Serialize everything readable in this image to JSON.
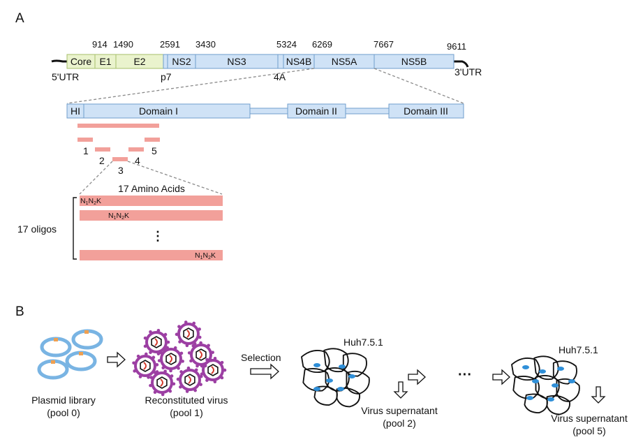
{
  "panels": {
    "a": "A",
    "b": "B"
  },
  "genome": {
    "positions": [
      "914",
      "1490",
      "2591",
      "3430",
      "5324",
      "6269",
      "7667",
      "9611"
    ],
    "segments": [
      "Core",
      "E1",
      "E2",
      "NS2",
      "NS3",
      "NS4B",
      "NS5A",
      "NS5B"
    ],
    "utr5": "5'UTR",
    "utr3": "3'UTR",
    "p7": "p7",
    "ns4a": "4A"
  },
  "ns5a": {
    "hi": "HI",
    "domain1": "Domain I",
    "domain2": "Domain II",
    "domain3": "Domain III"
  },
  "fragments": [
    "1",
    "2",
    "3",
    "4",
    "5"
  ],
  "oligos": {
    "header": "17 Amino Acids",
    "group_label": "17 oligos",
    "ellipsis": "⋮",
    "motif": {
      "n": "N",
      "sub1": "1",
      "sub2": "2",
      "k": "K"
    }
  },
  "workflow": {
    "plasmid_label": "Plasmid library",
    "plasmid_pool": "(pool 0)",
    "virus_label": "Reconstituted virus",
    "virus_pool": "(pool 1)",
    "selection": "Selection",
    "cell_line_1": "Huh7.5.1",
    "supernatant_1": "Virus supernatant",
    "supernatant_1_pool": "(pool 2)",
    "ellipsis": "···",
    "cell_line_2": "Huh7.5.1",
    "supernatant_2": "Virus supernatant",
    "supernatant_2_pool": "(pool 5)"
  },
  "colors": {
    "structural_fill": "#eaf3cd",
    "structural_stroke": "#a7bf6a",
    "nonstructural_fill": "#cfe2f6",
    "nonstructural_stroke": "#6f9dcc",
    "oligo_fill": "#f2a09a",
    "ring_color": "#79b4e3",
    "ring_mark": "#f0a050",
    "virus_purple": "#9c3fa3",
    "virus_red": "#d33a2b",
    "cell_dot": "#2f8fd8"
  }
}
